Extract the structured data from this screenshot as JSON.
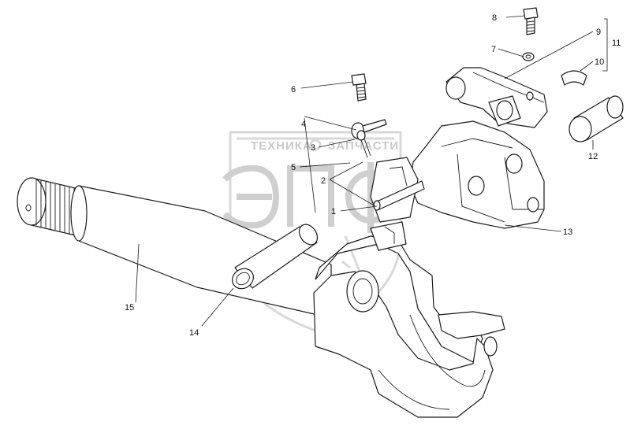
{
  "watermark": {
    "text_left": "ТЕХНИКА",
    "text_right": "ЗАПЧАСТИ",
    "logo_letters": "ЭПФ",
    "color": "#cccccc"
  },
  "callouts": [
    {
      "id": "c1",
      "label": "1"
    },
    {
      "id": "c2",
      "label": "2"
    },
    {
      "id": "c3",
      "label": "3"
    },
    {
      "id": "c4",
      "label": "4"
    },
    {
      "id": "c5",
      "label": "5"
    },
    {
      "id": "c6",
      "label": "6"
    },
    {
      "id": "c7",
      "label": "7"
    },
    {
      "id": "c8",
      "label": "8"
    },
    {
      "id": "c9",
      "label": "9"
    },
    {
      "id": "c10",
      "label": "10"
    },
    {
      "id": "c11",
      "label": "11"
    },
    {
      "id": "c12",
      "label": "12"
    },
    {
      "id": "c13",
      "label": "13"
    },
    {
      "id": "c14",
      "label": "14"
    },
    {
      "id": "c15",
      "label": "15"
    }
  ],
  "colors": {
    "line": "#1a1a1a",
    "background": "#ffffff"
  }
}
